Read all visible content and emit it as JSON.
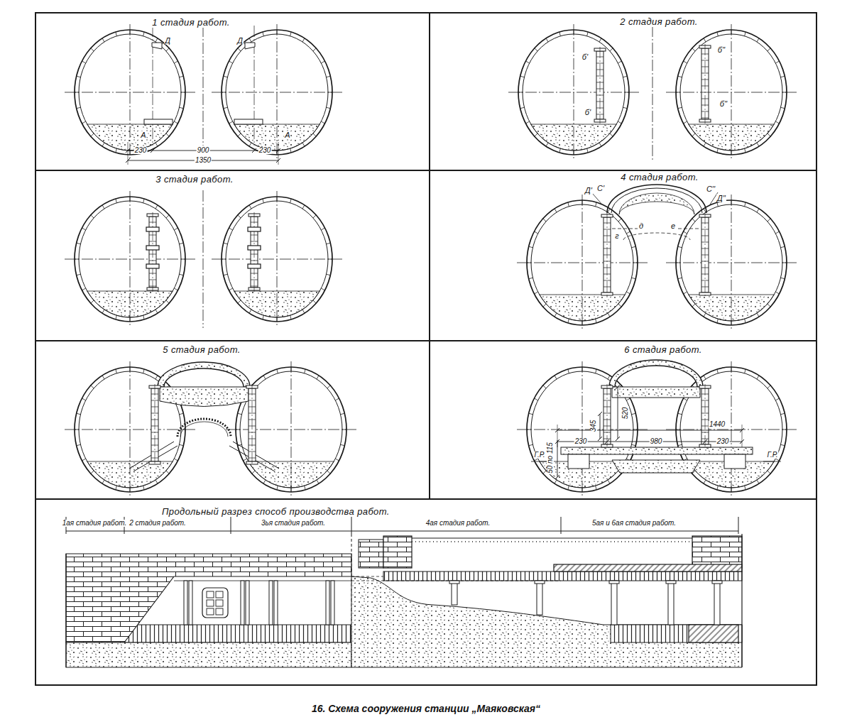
{
  "diagram": {
    "caption": "16. Схема сооружения станции „Маяковская“",
    "nodes": [
      {
        "text": [
          "1 стадия работ."
        ]
      },
      {
        "text": [
          "2 стадия работ."
        ]
      },
      {
        "text": [
          "3 стадия работ."
        ]
      },
      {
        "text": [
          "4 стадия работ."
        ]
      },
      {
        "text": [
          "5 стадия работ."
        ]
      },
      {
        "text": [
          "6 стадия работ."
        ]
      },
      {
        "text": [
          "Продольный разрез способ производства работ."
        ]
      }
    ],
    "labels": [
      "Д",
      "Д",
      "А",
      "А",
      "230",
      "900",
      "230",
      "1350",
      "б'",
      "б'",
      "б''",
      "б''",
      "Д'",
      "С'",
      "г",
      "д",
      "е",
      "С''",
      "Д''",
      "520",
      "345",
      "1440",
      "230",
      "980",
      "230",
      "50 по 115",
      "Г.Р.",
      "Г.Р.",
      "1ая стадия работ.",
      "2 стадия работ.",
      "3ья стадия работ.",
      "4ая стадия работ.",
      "5ая и 6ая стадия работ."
    ]
  }
}
